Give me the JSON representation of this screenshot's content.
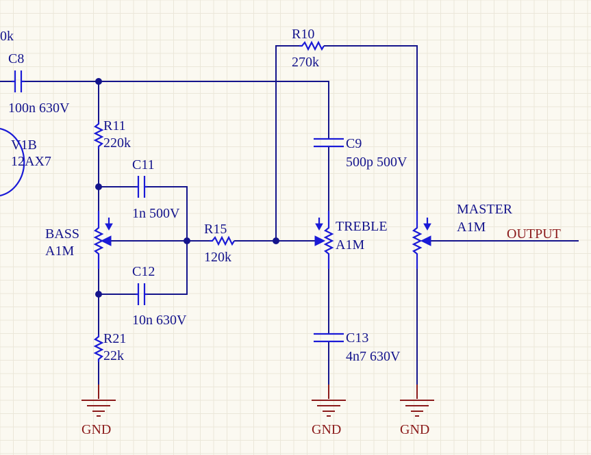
{
  "components": {
    "r_top_left_fragment": "0k",
    "c8": {
      "ref": "C8",
      "value": "100n 630V"
    },
    "v1b": {
      "ref": "V1B",
      "value": "12AX7"
    },
    "r11": {
      "ref": "R11",
      "value": "220k"
    },
    "c11": {
      "ref": "C11",
      "value": "1n 500V"
    },
    "bass": {
      "ref": "BASS",
      "value": "A1M"
    },
    "c12": {
      "ref": "C12",
      "value": "10n 630V"
    },
    "r21": {
      "ref": "R21",
      "value": "22k"
    },
    "r15": {
      "ref": "R15",
      "value": "120k"
    },
    "r10": {
      "ref": "R10",
      "value": "270k"
    },
    "c9": {
      "ref": "C9",
      "value": "500p 500V"
    },
    "treble": {
      "ref": "TREBLE",
      "value": "A1M"
    },
    "c13": {
      "ref": "C13",
      "value": "4n7 630V"
    },
    "master": {
      "ref": "MASTER",
      "value": "A1M"
    }
  },
  "nets": {
    "output": "OUTPUT",
    "gnd_bass": "GND",
    "gnd_treble": "GND",
    "gnd_master": "GND"
  },
  "colors": {
    "background": "#fbf9f1",
    "wire": "#14148c",
    "component": "#1a1ad6",
    "net_label": "#8b1a1a",
    "grid": "#ebe7d9"
  }
}
